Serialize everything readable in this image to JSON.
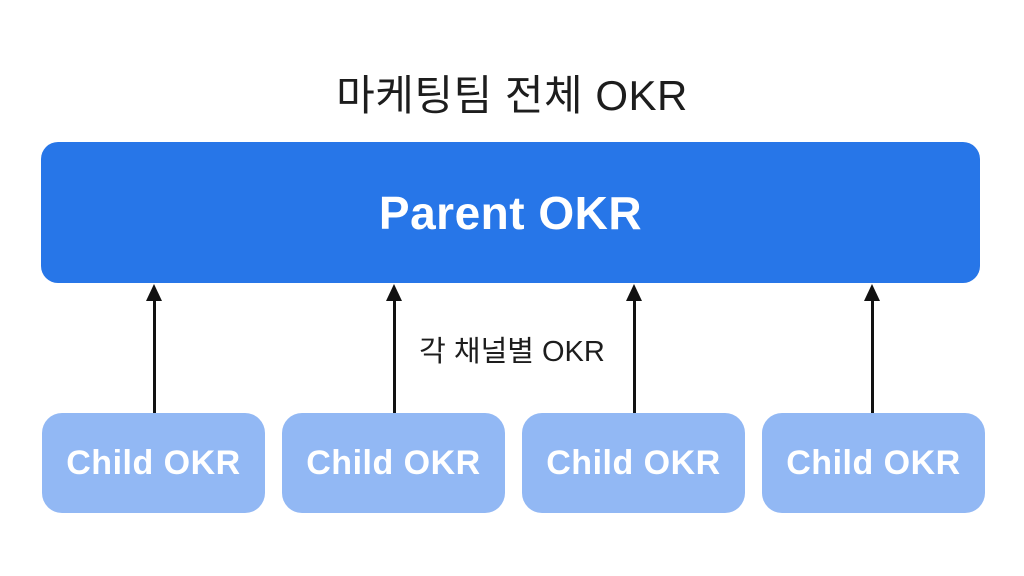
{
  "diagram": {
    "title": "마케팅팀 전체 OKR",
    "parent": {
      "label": "Parent OKR"
    },
    "connector_label": "각 채널별 OKR",
    "children": [
      {
        "label": "Child OKR"
      },
      {
        "label": "Child OKR"
      },
      {
        "label": "Child OKR"
      },
      {
        "label": "Child OKR"
      }
    ],
    "arrow_count": 4
  },
  "colors": {
    "page-bg": "#ffffff",
    "parent-blue": "#2776e8",
    "child-blue": "#92b8f4",
    "arrow-black": "#111111",
    "text-dark": "#1d1d1d",
    "box-text": "#ffffff"
  }
}
